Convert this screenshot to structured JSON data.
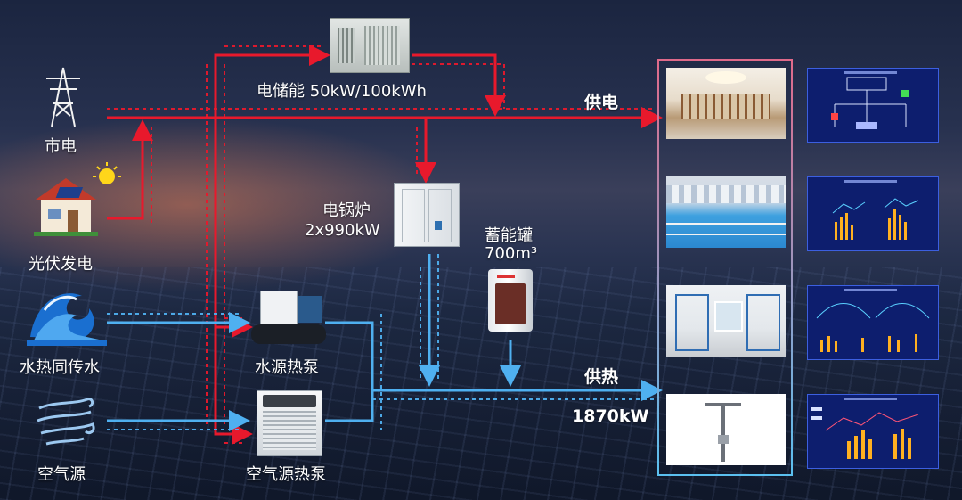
{
  "colors": {
    "power_flow": "#e8192c",
    "heat_flow": "#4fb0f0",
    "text": "#ffffff",
    "monitor_bg": "#0d1e6e"
  },
  "sources": {
    "grid": "市电",
    "solar": "光伏发电",
    "water_source": "水热同传水",
    "air_source": "空气源"
  },
  "equipment": {
    "storage": "电储能 50kW/100kWh",
    "boiler_name": "电锅炉",
    "boiler_spec": "2x990kW",
    "tank_name": "蓄能罐",
    "tank_spec": "700m³",
    "water_heat_pump": "水源热泵",
    "air_heat_pump": "空气源热泵"
  },
  "outputs": {
    "power_supply": "供电",
    "heat_supply": "供热",
    "heat_capacity": "1870kW"
  },
  "scenes": [
    "lobby-scene",
    "swimming-pool-scene",
    "dormitory-scene",
    "street-lamp-scene"
  ],
  "monitors": [
    "power-dashboard",
    "pool-dashboard",
    "dorm-dashboard",
    "lamp-dashboard"
  ]
}
